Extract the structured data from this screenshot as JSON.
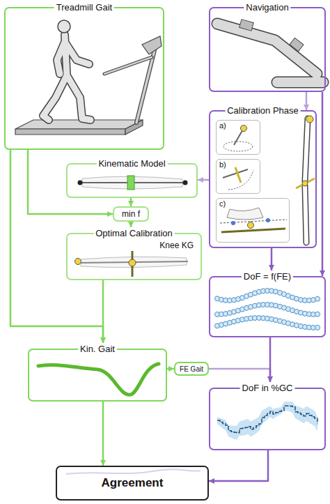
{
  "diagram": {
    "nodes": [
      {
        "text": [
          "Treadmill Gait"
        ]
      },
      {
        "text": [
          "Navigation"
        ]
      },
      {
        "text": [
          "Calibration Phase"
        ]
      },
      {
        "text": [
          "a)"
        ],
        "in": 2
      },
      {
        "text": [
          "b)"
        ],
        "in": 2
      },
      {
        "text": [
          "c)"
        ],
        "in": 2
      },
      {
        "text": [
          "Kinematic Model"
        ]
      },
      {
        "text": [
          "min f"
        ]
      },
      {
        "text": [
          "Optimal Calibration",
          "Knee KG"
        ]
      },
      {
        "text": [
          "DoF = f(FE)"
        ]
      },
      {
        "text": [
          "Kin. Gait"
        ]
      },
      {
        "text": [
          "FE Gait"
        ]
      },
      {
        "text": [
          "DoF in %GC"
        ]
      },
      {
        "text": [
          "Agreement"
        ]
      }
    ],
    "edges": [
      {
        "from": 1,
        "to": 2,
        "arrow": "to"
      },
      {
        "from": 2,
        "to": 6,
        "arrow": "to"
      },
      {
        "from": 0,
        "to": 7,
        "arrow": "to"
      },
      {
        "from": 6,
        "to": 7,
        "arrow": "to"
      },
      {
        "from": 7,
        "to": 8,
        "arrow": "to"
      },
      {
        "from": 2,
        "to": 9,
        "arrow": "to"
      },
      {
        "from": 1,
        "to": 9,
        "arrow": "to"
      },
      {
        "from": 0,
        "to": 10,
        "arrow": "to"
      },
      {
        "from": 8,
        "to": 10,
        "arrow": "to"
      },
      {
        "from": 10,
        "to": 11,
        "arrow": "to"
      },
      {
        "from": 11,
        "to": 12,
        "arrow": "to"
      },
      {
        "from": 9,
        "to": 12,
        "arrow": "to"
      },
      {
        "from": 10,
        "to": 13,
        "arrow": "to"
      },
      {
        "from": 12,
        "to": 13,
        "arrow": "to"
      }
    ]
  }
}
